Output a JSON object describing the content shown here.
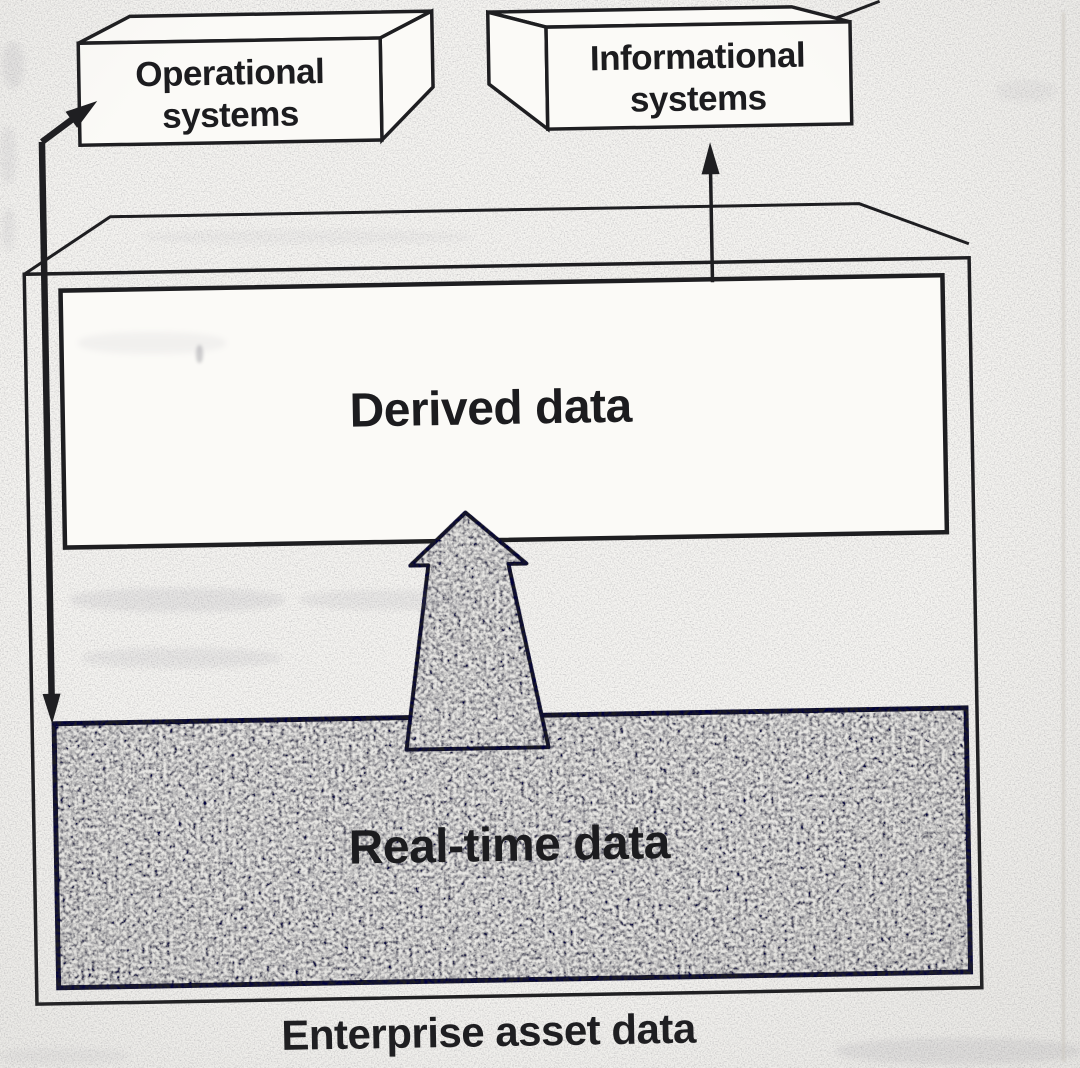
{
  "diagram": {
    "caption": "Enterprise asset data",
    "boxes": {
      "operational": {
        "line1": "Operational",
        "line2": "systems"
      },
      "informational": {
        "line1": "Informational",
        "line2": "systems"
      },
      "derived": {
        "label": "Derived data"
      },
      "realtime": {
        "label": "Real-time data"
      }
    },
    "colors": {
      "ink": "#1e1e21",
      "paper": "#f5f4f1",
      "texture_base": "#e8e7e4",
      "bleed_smudge": "#8a8894"
    }
  }
}
